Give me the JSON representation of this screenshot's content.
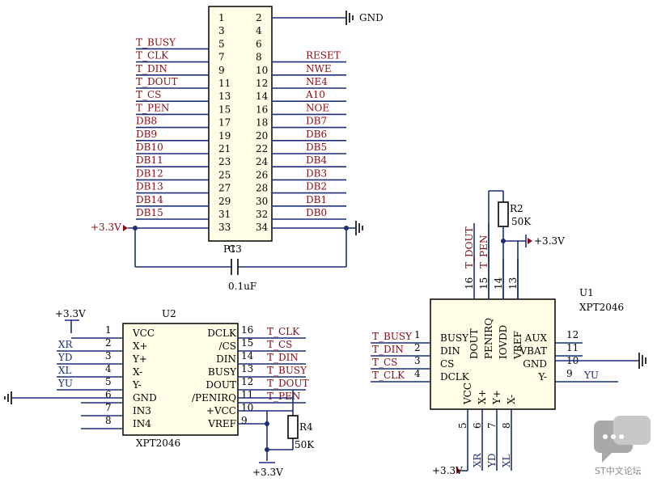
{
  "p1": {
    "designator": "P1",
    "pins_left": [
      "1",
      "3",
      "5",
      "7",
      "9",
      "11",
      "13",
      "15",
      "17",
      "19",
      "21",
      "23",
      "25",
      "27",
      "29",
      "31",
      "33"
    ],
    "pins_right": [
      "2",
      "4",
      "6",
      "8",
      "10",
      "12",
      "14",
      "16",
      "18",
      "20",
      "22",
      "24",
      "26",
      "28",
      "30",
      "32",
      "34"
    ],
    "nets_left": [
      "",
      "",
      "T_BUSY",
      "T_CLK",
      "T_DIN",
      "T_DOUT",
      "T_CS",
      "T_PEN",
      "DB8",
      "DB9",
      "DB10",
      "DB11",
      "DB12",
      "DB13",
      "DB14",
      "DB15",
      "+3.3V"
    ],
    "nets_right": [
      "GND",
      "",
      "",
      "RESET",
      "NWE",
      "NE4",
      "A10",
      "NOE",
      "DB7",
      "DB6",
      "DB5",
      "DB4",
      "DB3",
      "DB2",
      "DB1",
      "DB0",
      ""
    ],
    "gnd_label": "GND"
  },
  "c3": {
    "designator": "C3",
    "value": "0.1uF"
  },
  "u2": {
    "designator": "U2",
    "part": "XPT2046",
    "power_label": "+3.3V",
    "vref_power": "+3.3V",
    "left": [
      {
        "pin": "1",
        "name": "VCC",
        "net": ""
      },
      {
        "pin": "2",
        "name": "X+",
        "net": "XR"
      },
      {
        "pin": "3",
        "name": "Y+",
        "net": "YD"
      },
      {
        "pin": "4",
        "name": "X-",
        "net": "XL"
      },
      {
        "pin": "5",
        "name": "Y-",
        "net": "YU"
      },
      {
        "pin": "6",
        "name": "GND",
        "net": ""
      },
      {
        "pin": "7",
        "name": "IN3",
        "net": ""
      },
      {
        "pin": "8",
        "name": "IN4",
        "net": ""
      }
    ],
    "right": [
      {
        "pin": "16",
        "name": "DCLK",
        "net": "T_CLK"
      },
      {
        "pin": "15",
        "name": "/CS",
        "net": "T_CS"
      },
      {
        "pin": "14",
        "name": "DIN",
        "net": "T_DIN"
      },
      {
        "pin": "13",
        "name": "BUSY",
        "net": "T_BUSY"
      },
      {
        "pin": "12",
        "name": "DOUT",
        "net": "T_DOUT"
      },
      {
        "pin": "11",
        "name": "/PENIRQ",
        "net": "T_PEN"
      },
      {
        "pin": "10",
        "name": "+VCC",
        "net": ""
      },
      {
        "pin": "9",
        "name": "VREF",
        "net": ""
      }
    ],
    "r4": {
      "designator": "R4",
      "value": "50K"
    }
  },
  "u1": {
    "designator": "U1",
    "part": "XPT2046",
    "top": [
      {
        "pin": "16",
        "name": "DOUT",
        "net": "T_DOUT"
      },
      {
        "pin": "15",
        "name": "PENIRQ",
        "net": "T_PEN"
      },
      {
        "pin": "14",
        "name": "IOVDD",
        "net": ""
      },
      {
        "pin": "13",
        "name": "VREF",
        "net": ""
      }
    ],
    "left": [
      {
        "pin": "1",
        "name": "BUSY",
        "net": "T_BUSY"
      },
      {
        "pin": "2",
        "name": "DIN",
        "net": "T_DIN"
      },
      {
        "pin": "3",
        "name": "CS",
        "net": "T_CS"
      },
      {
        "pin": "4",
        "name": "DCLK",
        "net": "T_CLK"
      }
    ],
    "right": [
      {
        "pin": "12",
        "name": "AUX",
        "net": ""
      },
      {
        "pin": "11",
        "name": "VBAT",
        "net": ""
      },
      {
        "pin": "10",
        "name": "GND",
        "net": ""
      },
      {
        "pin": "9",
        "name": "Y-",
        "net": "YU"
      }
    ],
    "bottom": [
      {
        "pin": "5",
        "name": "VCC",
        "net": ""
      },
      {
        "pin": "6",
        "name": "X+",
        "net": "XR"
      },
      {
        "pin": "7",
        "name": "Y+",
        "net": "YD"
      },
      {
        "pin": "8",
        "name": "X-",
        "net": "XL"
      }
    ],
    "r2": {
      "designator": "R2",
      "value": "50K"
    },
    "power_top": "+3.3V",
    "power_bottom": "+3.3V"
  },
  "watermark": {
    "icon": "chat-bubble-icon",
    "text": "ST中文论坛"
  }
}
